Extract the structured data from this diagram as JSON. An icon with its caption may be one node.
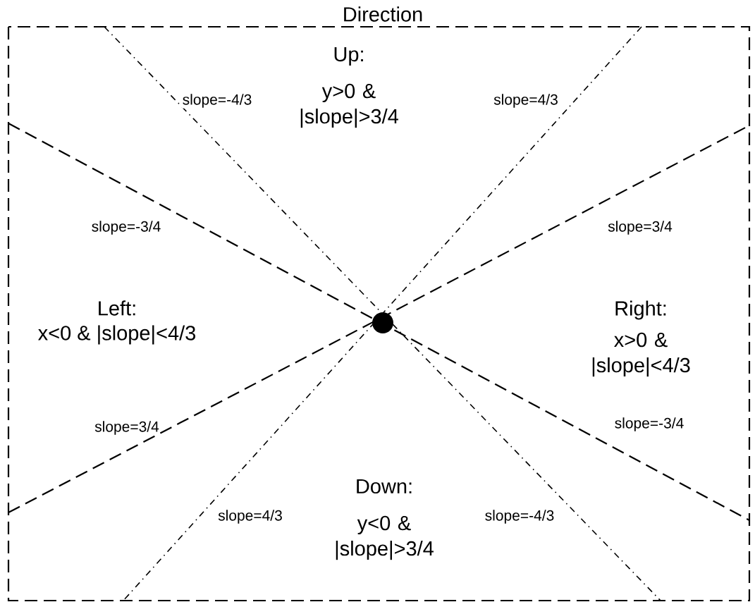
{
  "diagram": {
    "title": "Direction",
    "labels": [
      "slope=-4/3",
      "Up:",
      "y>0 & |slope|>3/4",
      "slope=4/3",
      "slope=-3/4",
      "slope=3/4",
      "Left:",
      "x<0 & |slope|<4/3",
      "Right:",
      "x>0 & |slope|<4/3",
      "slope=3/4",
      "slope=-3/4",
      "slope=4/3",
      "Down:",
      "y<0 & |slope|>3/4",
      "slope=-4/3"
    ]
  }
}
